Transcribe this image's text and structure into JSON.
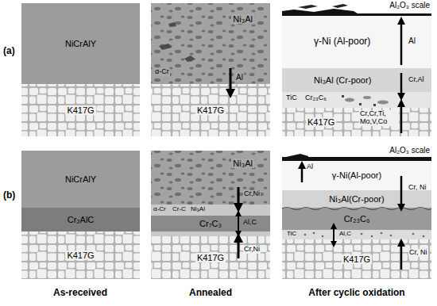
{
  "diagram": {
    "nodes": [
      {
        "text": [
          "NiCrAlY"
        ]
      },
      {
        "text": [
          "K417G"
        ]
      },
      {
        "text": [
          "Ni₃Al"
        ]
      },
      {
        "text": [
          "K417G"
        ]
      },
      {
        "text": [
          "Al₂O₃ scale"
        ]
      },
      {
        "text": [
          "γ-Ni (Al-poor)"
        ]
      },
      {
        "text": [
          "Ni₃Al (Cr-poor)"
        ]
      },
      {
        "text": [
          "K417G"
        ]
      },
      {
        "text": [
          "NiCrAlY"
        ]
      },
      {
        "text": [
          "Cr₂AlC"
        ]
      },
      {
        "text": [
          "K417G"
        ]
      },
      {
        "text": [
          "Ni₃Al"
        ]
      },
      {
        "text": [
          "Cr₇C₃"
        ]
      },
      {
        "text": [
          "K417G"
        ]
      },
      {
        "text": [
          "Al₂O₃ scale"
        ]
      },
      {
        "text": [
          "γ-Ni(Al-poor)"
        ]
      },
      {
        "text": [
          "Ni₃Al(Cr-poor)"
        ]
      },
      {
        "text": [
          "Cr₂₃C₆"
        ]
      },
      {
        "text": [
          "K417G"
        ]
      }
    ],
    "labels": [
      "(a)",
      "(b)",
      "α-Cr",
      "Al",
      "Al",
      "Cr,Al",
      "TiC",
      "Cr₂₃C₆",
      "Cr,Cr,Ti, Mo,V,Co",
      "Cr,Ni",
      "α-Cr",
      "Cr-C",
      "Ni₃Al",
      "Al,C",
      "Cr,Ni",
      "Al",
      "Cr, Ni",
      "TiC",
      "Al,C",
      "Cr, Ni",
      "As-received",
      "Annealed",
      "After cyclic oxidation"
    ]
  }
}
